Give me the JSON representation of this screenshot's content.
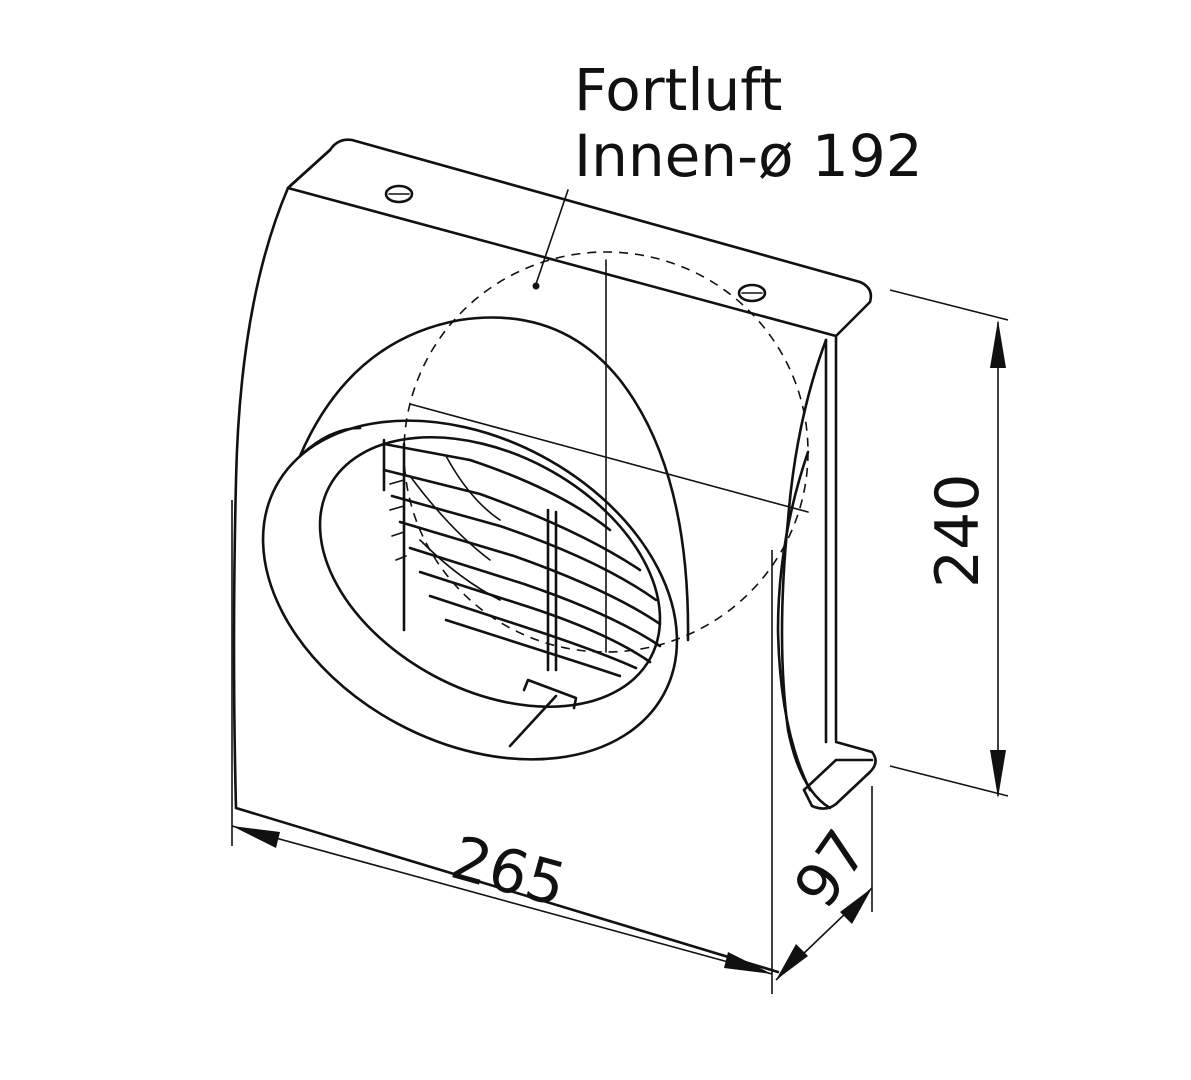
{
  "label": {
    "line1": "Fortluft",
    "line2": "Innen-ø 192"
  },
  "dimensions": {
    "width": "265",
    "height": "240",
    "depth": "97"
  }
}
